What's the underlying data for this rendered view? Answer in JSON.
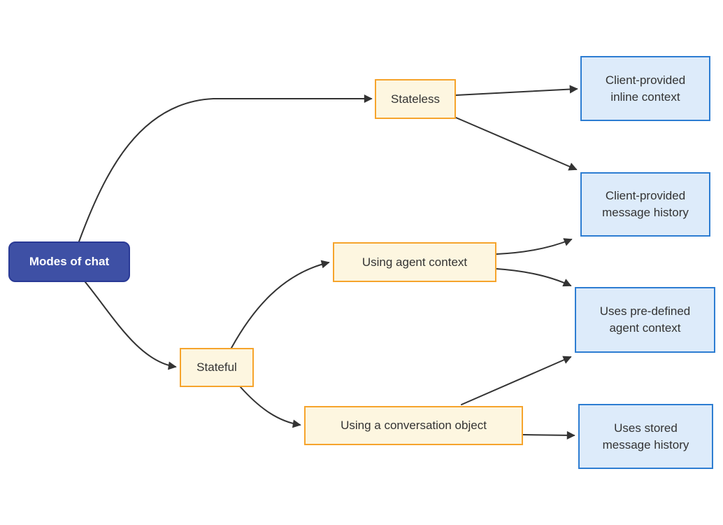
{
  "diagram": {
    "type": "flowchart",
    "direction": "left-to-right",
    "nodes": [
      {
        "id": "modes-of-chat",
        "label": "Modes of chat",
        "style": "primary"
      },
      {
        "id": "stateless",
        "label": "Stateless",
        "style": "decision"
      },
      {
        "id": "stateful",
        "label": "Stateful",
        "style": "decision"
      },
      {
        "id": "using-agent-context",
        "label": "Using agent context",
        "style": "decision"
      },
      {
        "id": "using-a-conversation-object",
        "label": "Using a conversation object",
        "style": "decision"
      },
      {
        "id": "client-provided-inline-context",
        "label": "Client-provided\ninline context",
        "style": "outcome"
      },
      {
        "id": "client-provided-message-history",
        "label": "Client-provided\nmessage history",
        "style": "outcome"
      },
      {
        "id": "uses-pre-defined-agent-context",
        "label": "Uses pre-defined\nagent context",
        "style": "outcome"
      },
      {
        "id": "uses-stored-message-history",
        "label": "Uses stored\nmessage history",
        "style": "outcome"
      }
    ],
    "edges": [
      {
        "from": "Modes of chat",
        "to": "Stateless"
      },
      {
        "from": "Modes of chat",
        "to": "Stateful"
      },
      {
        "from": "Stateless",
        "to": "Client-provided inline context"
      },
      {
        "from": "Stateless",
        "to": "Client-provided message history"
      },
      {
        "from": "Using agent context",
        "to": "Client-provided message history"
      },
      {
        "from": "Using agent context",
        "to": "Uses pre-defined agent context"
      },
      {
        "from": "Stateful",
        "to": "Using agent context"
      },
      {
        "from": "Stateful",
        "to": "Using a conversation object"
      },
      {
        "from": "Using a conversation object",
        "to": "Uses pre-defined agent context"
      },
      {
        "from": "Using a conversation object",
        "to": "Uses stored message history"
      }
    ],
    "colors": {
      "background": "#ffffff",
      "primary-fill": "#3e50a5",
      "primary-stroke": "#2a3a96",
      "yellow-fill": "#fdf6e0",
      "yellow-stroke": "#f6a42c",
      "blue-fill": "#ddebfa",
      "blue-stroke": "#2d7dd2",
      "edge": "#333333",
      "text-dark": "#333333",
      "text-light": "#ffffff"
    }
  }
}
